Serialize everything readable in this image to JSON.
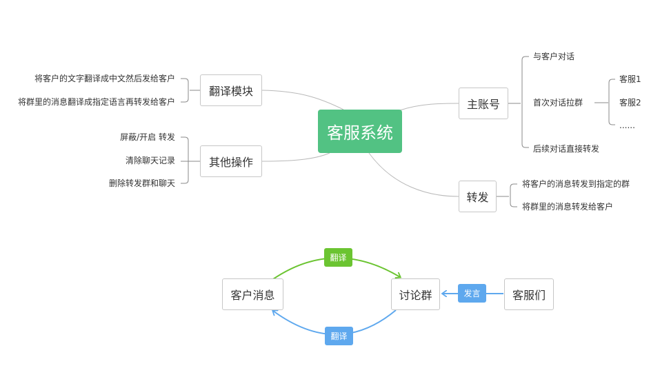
{
  "mindmap": {
    "root": "客服系统",
    "translate_module": {
      "label": "翻译模块",
      "items": [
        "将客户的文字翻译成中文然后发给客户",
        "将群里的消息翻译成指定语言再转发给客户"
      ]
    },
    "other_ops": {
      "label": "其他操作",
      "items": [
        "屏蔽/开启 转发",
        "清除聊天记录",
        "删除转发群和聊天"
      ]
    },
    "main_account": {
      "label": "主账号",
      "items": [
        "与客户对话",
        "首次对话拉群",
        "后续对话直接转发"
      ],
      "sub_items": [
        "客服1",
        "客服2",
        "......"
      ]
    },
    "forward": {
      "label": "转发",
      "items": [
        "将客户的消息转发到指定的群",
        "将群里的消息转发给客户"
      ]
    }
  },
  "flow": {
    "customer_msg": "客户消息",
    "discussion_group": "讨论群",
    "agents": "客服们",
    "tag_top": "翻译",
    "tag_bottom": "翻译",
    "tag_speak": "发言",
    "colors": {
      "green": "#6bc431",
      "blue": "#5ea8ee"
    }
  }
}
